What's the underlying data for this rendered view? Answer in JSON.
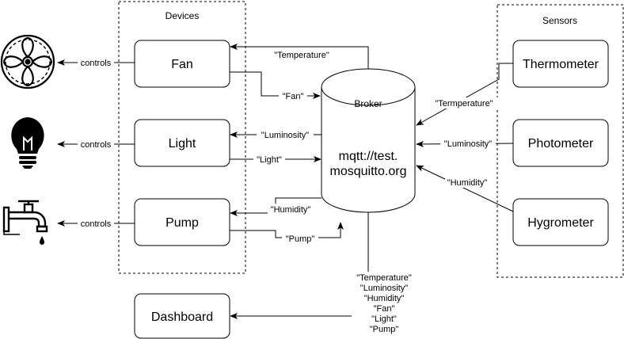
{
  "groups": {
    "devices": {
      "label": "Devices"
    },
    "sensors": {
      "label": "Sensors"
    }
  },
  "devices": {
    "fan": "Fan",
    "light": "Light",
    "pump": "Pump"
  },
  "sensors": {
    "thermometer": "Thermometer",
    "photometer": "Photometer",
    "hygrometer": "Hygrometer"
  },
  "broker": {
    "label": "Broker",
    "url_line1": "mqtt://test.",
    "url_line2": "mosquitto.org"
  },
  "dashboard": {
    "label": "Dashboard"
  },
  "edges": {
    "fan_controls": "controls",
    "light_controls": "controls",
    "pump_controls": "controls",
    "broker_to_fan": "\"Temperature\"",
    "fan_to_broker": "\"Fan\"",
    "broker_to_light": "\"Luminosity\"",
    "light_to_broker": "\"Light\"",
    "broker_to_pump": "\"Humidity\"",
    "pump_to_broker": "\"Pump\"",
    "thermometer_to_broker": "\"Termperature\"",
    "photometer_to_broker": "\"Luminosity\"",
    "hygrometer_to_broker": "\"Humidity\""
  },
  "dashboard_topics": [
    "\"Temperature\"",
    "\"Luminosity\"",
    "\"Humidity\"",
    "\"Fan\"",
    "\"Light\"",
    "\"Pump\""
  ],
  "icons": {
    "fan": "fan-icon",
    "light": "light-bulb-icon",
    "pump": "water-tap-icon"
  }
}
